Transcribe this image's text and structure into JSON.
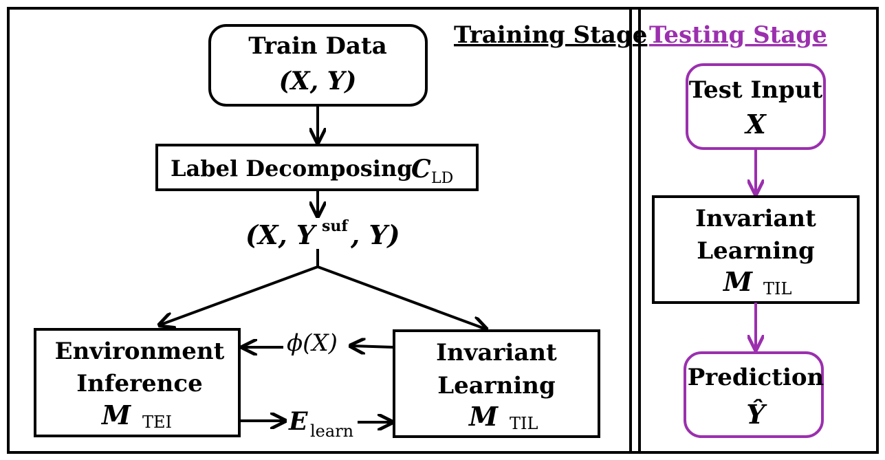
{
  "colors": {
    "training": "#000000",
    "testing": "#9b2fae",
    "background": "#ffffff"
  },
  "training_stage": {
    "title": "Training Stage",
    "train_data": {
      "label": "Train Data",
      "math_main": "(X, Y)"
    },
    "label_decomposing": {
      "label": "Label Decomposing",
      "symbol": "C",
      "subscript": "LD"
    },
    "decomposed_tuple": {
      "open": "(X, Y",
      "superscript": "suf",
      "close": ", Y)"
    },
    "environment_inference": {
      "line1": "Environment",
      "line2": "Inference",
      "symbol": "M",
      "subscript": "TEI"
    },
    "invariant_learning": {
      "line1": "Invariant",
      "line2": "Learning",
      "symbol": "M",
      "subscript": "TIL"
    },
    "phi_label": "ϕ(X)",
    "e_learn": {
      "symbol": "E",
      "subscript": "learn"
    }
  },
  "testing_stage": {
    "title": "Testing Stage",
    "test_input": {
      "label": "Test Input",
      "math": "X"
    },
    "invariant_learning": {
      "line1": "Invariant",
      "line2": "Learning",
      "symbol": "M",
      "subscript": "TIL"
    },
    "prediction": {
      "label": "Prediction",
      "math": "Ŷ"
    }
  }
}
